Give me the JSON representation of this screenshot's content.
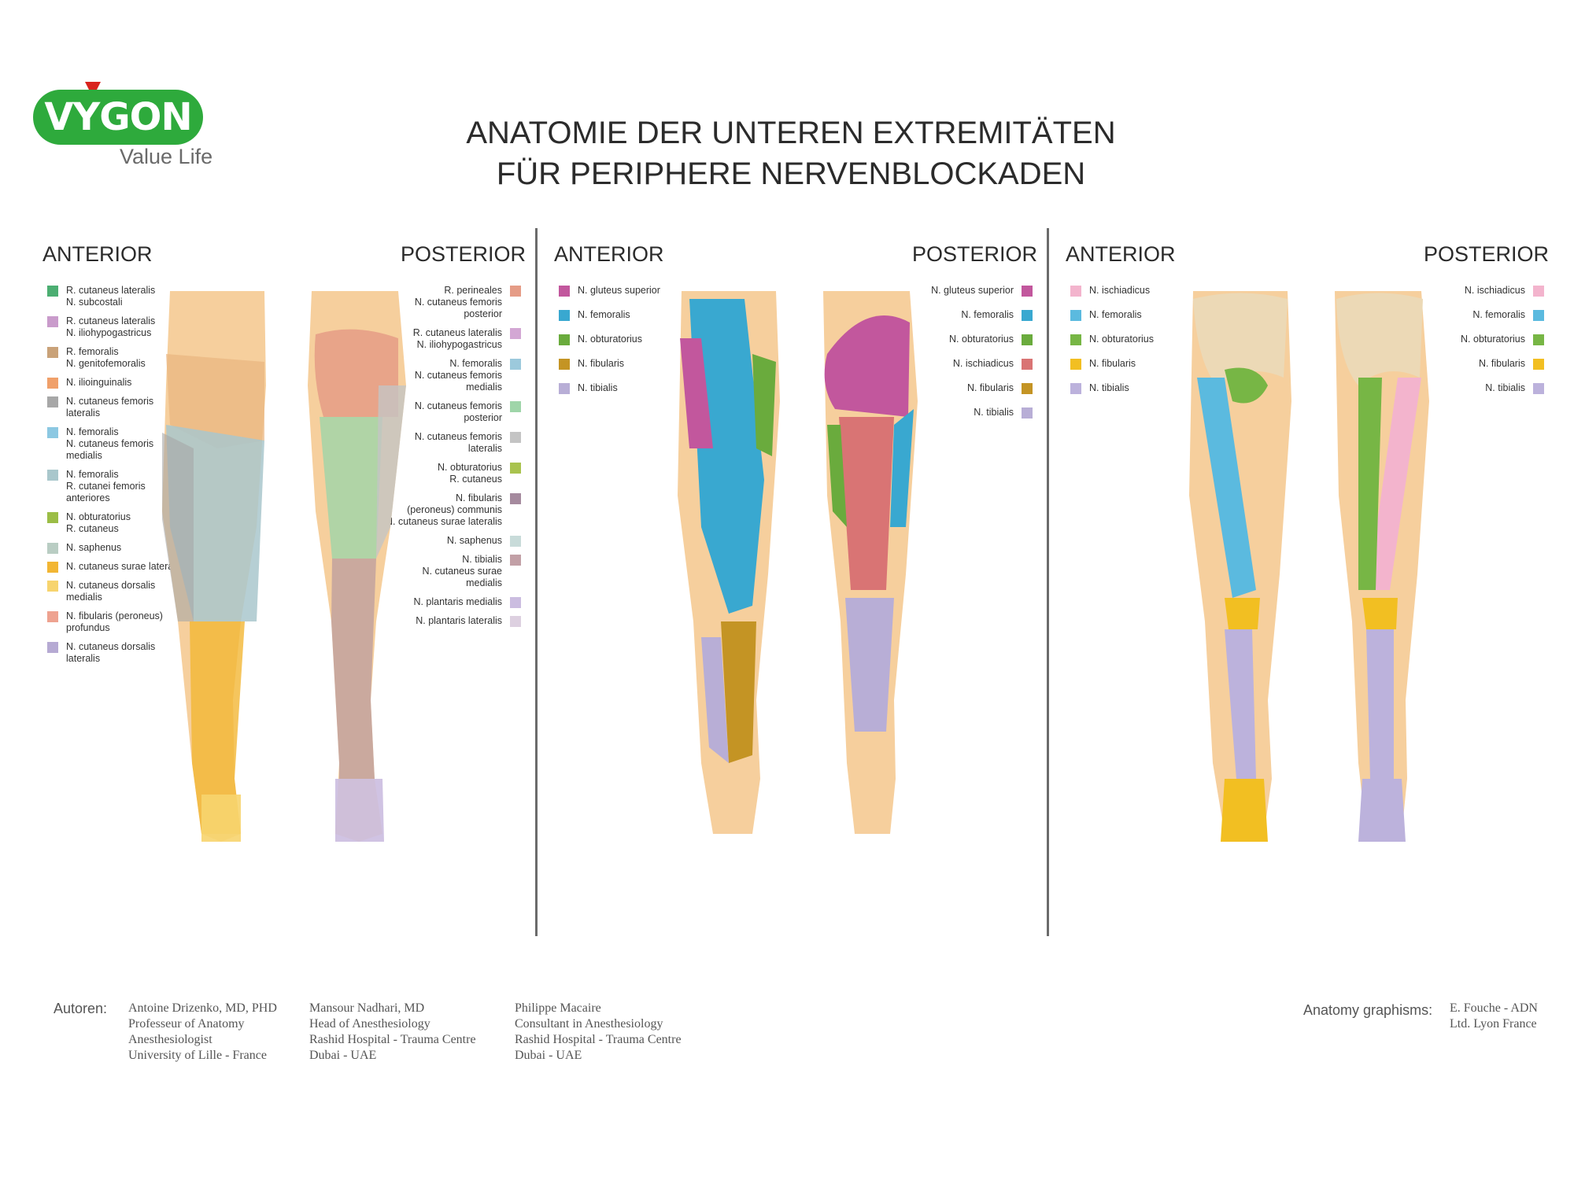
{
  "logo": {
    "brand": "VYGON",
    "tagline": "Value Life",
    "colors": {
      "pill": "#2eaa3c",
      "triangle": "#d9231d"
    }
  },
  "title": {
    "line1": "ANATOMIE DER UNTEREN EXTREMITÄTEN",
    "line2": "FÜR PERIPHERE NERVENBLOCKADEN"
  },
  "panels": [
    {
      "anterior_label": "ANTERIOR",
      "posterior_label": "POSTERIOR",
      "legend_left": [
        {
          "lines": [
            "R. cutaneus lateralis",
            "N. subcostali"
          ],
          "color": "#4cae72"
        },
        {
          "lines": [
            "R. cutaneus lateralis",
            "N. iliohypogastricus"
          ],
          "color": "#c99bcb"
        },
        {
          "lines": [
            "R. femoralis",
            "N. genitofemoralis"
          ],
          "color": "#c9a279"
        },
        {
          "lines": [
            "N. ilioinguinalis"
          ],
          "color": "#f0a06a"
        },
        {
          "lines": [
            "N. cutaneus femoris",
            "lateralis"
          ],
          "color": "#a7a7a7"
        },
        {
          "lines": [
            "N. femoralis",
            "N. cutaneus femoris",
            "medialis"
          ],
          "color": "#8cc8e2"
        },
        {
          "lines": [
            "N. femoralis",
            "R. cutanei femoris",
            "anteriores"
          ],
          "color": "#a9c7cc"
        },
        {
          "lines": [
            "N. obturatorius",
            "R. cutaneus"
          ],
          "color": "#9bbd46"
        },
        {
          "lines": [
            "N. saphenus"
          ],
          "color": "#b9cdc3"
        },
        {
          "lines": [
            "N. cutaneus surae lateralis"
          ],
          "color": "#f2b634"
        },
        {
          "lines": [
            "N. cutaneus dorsalis",
            "medialis"
          ],
          "color": "#f7d46e"
        },
        {
          "lines": [
            "N. fibularis (peroneus)",
            "profundus"
          ],
          "color": "#eea290"
        },
        {
          "lines": [
            "N. cutaneus dorsalis",
            "lateralis"
          ],
          "color": "#b6aad3"
        }
      ],
      "legend_right": [
        {
          "lines": [
            "R. perineales",
            "N. cutaneus femoris",
            "posterior"
          ],
          "color": "#e59c86"
        },
        {
          "lines": [
            "R. cutaneus lateralis",
            "N. iliohypogastricus"
          ],
          "color": "#d3a7d4"
        },
        {
          "lines": [
            "N. femoralis",
            "N. cutaneus femoris",
            "medialis"
          ],
          "color": "#9cc9dc"
        },
        {
          "lines": [
            "N. cutaneus femoris",
            "posterior"
          ],
          "color": "#9fd5a9"
        },
        {
          "lines": [
            "N. cutaneus femoris",
            "lateralis"
          ],
          "color": "#c4c4c4"
        },
        {
          "lines": [
            "N. obturatorius",
            "R. cutaneus"
          ],
          "color": "#a9c34e"
        },
        {
          "lines": [
            "N. fibularis",
            "(peroneus) communis",
            "N. cutaneus surae lateralis"
          ],
          "color": "#a58a9e"
        },
        {
          "lines": [
            "N. saphenus"
          ],
          "color": "#c8dbd9"
        },
        {
          "lines": [
            "N. tibialis",
            "N. cutaneus surae",
            "medialis"
          ],
          "color": "#c2a0a6"
        },
        {
          "lines": [
            "N. plantaris medialis"
          ],
          "color": "#cbbde0"
        },
        {
          "lines": [
            "N. plantaris lateralis"
          ],
          "color": "#ddd0e0"
        }
      ]
    },
    {
      "anterior_label": "ANTERIOR",
      "posterior_label": "POSTERIOR",
      "legend_left": [
        {
          "lines": [
            "N. gluteus superior"
          ],
          "color": "#c2579d"
        },
        {
          "lines": [
            "N. femoralis"
          ],
          "color": "#39a8d0"
        },
        {
          "lines": [
            "N. obturatorius"
          ],
          "color": "#6aab3d"
        },
        {
          "lines": [
            "N. fibularis"
          ],
          "color": "#c49424"
        },
        {
          "lines": [
            "N. tibialis"
          ],
          "color": "#b8aed6"
        }
      ],
      "legend_right": [
        {
          "lines": [
            "N. gluteus superior"
          ],
          "color": "#c2579d"
        },
        {
          "lines": [
            "N. femoralis"
          ],
          "color": "#39a8d0"
        },
        {
          "lines": [
            "N. obturatorius"
          ],
          "color": "#6aab3d"
        },
        {
          "lines": [
            "N. ischiadicus"
          ],
          "color": "#d97474"
        },
        {
          "lines": [
            "N. fibularis"
          ],
          "color": "#c49424"
        },
        {
          "lines": [
            "N. tibialis"
          ],
          "color": "#b8aed6"
        }
      ]
    },
    {
      "anterior_label": "ANTERIOR",
      "posterior_label": "POSTERIOR",
      "legend_left": [
        {
          "lines": [
            "N. ischiadicus"
          ],
          "color": "#f3b4cd"
        },
        {
          "lines": [
            "N. femoralis"
          ],
          "color": "#5bbadf"
        },
        {
          "lines": [
            "N. obturatorius"
          ],
          "color": "#77b645"
        },
        {
          "lines": [
            "N. fibularis"
          ],
          "color": "#f2bf22"
        },
        {
          "lines": [
            "N. tibialis"
          ],
          "color": "#bcb2dc"
        }
      ],
      "legend_right": [
        {
          "lines": [
            "N. ischiadicus"
          ],
          "color": "#f3b4cd"
        },
        {
          "lines": [
            "N. femoralis"
          ],
          "color": "#5bbadf"
        },
        {
          "lines": [
            "N. obturatorius"
          ],
          "color": "#77b645"
        },
        {
          "lines": [
            "N. fibularis"
          ],
          "color": "#f2bf22"
        },
        {
          "lines": [
            "N. tibialis"
          ],
          "color": "#bcb2dc"
        }
      ]
    }
  ],
  "footer": {
    "authors_label": "Autoren:",
    "authors": [
      {
        "lines": [
          "Antoine Drizenko, MD, PHD",
          "Professeur of Anatomy",
          "Anesthesiologist",
          "University of Lille - France"
        ]
      },
      {
        "lines": [
          "Mansour Nadhari, MD",
          "Head of Anesthesiology",
          "Rashid Hospital - Trauma Centre",
          "Dubai - UAE"
        ]
      },
      {
        "lines": [
          "Philippe Macaire",
          "Consultant in Anesthesiology",
          "Rashid Hospital - Trauma Centre",
          "Dubai - UAE"
        ]
      }
    ],
    "graphisms_label": "Anatomy graphisms:",
    "graphisms": {
      "lines": [
        "E. Fouche - ADN",
        "Ltd. Lyon France"
      ]
    }
  },
  "colors": {
    "skin": "#f6cf9d",
    "skin_dark": "#e9b57f",
    "divider": "#6b6b6b",
    "bone": "#ecd9b6"
  }
}
